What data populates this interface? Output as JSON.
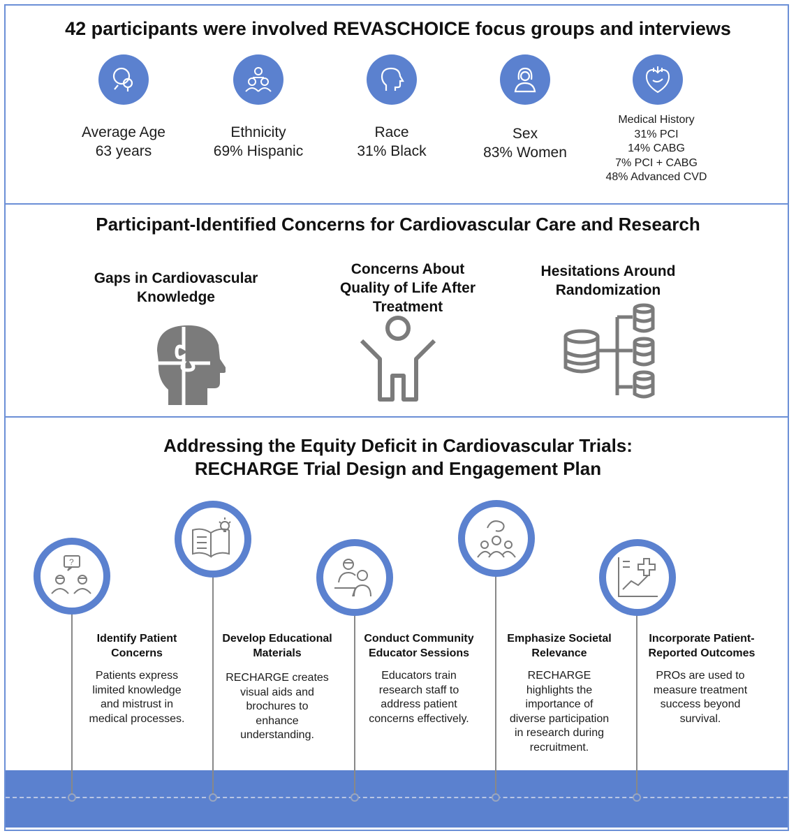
{
  "section1": {
    "title": "42 participants were involved REVASCHOICE focus groups and interviews",
    "stats": [
      {
        "icon": "magnifier-person-icon",
        "label": "Average Age",
        "value": "63 years"
      },
      {
        "icon": "group-icon",
        "label": "Ethnicity",
        "value": "69% Hispanic"
      },
      {
        "icon": "head-profile-icon",
        "label": "Race",
        "value": "31% Black"
      },
      {
        "icon": "woman-icon",
        "label": "Sex",
        "value": "83% Women"
      }
    ],
    "medical": {
      "icon": "heart-icon",
      "lines": [
        "Medical History",
        "31% PCI",
        "14% CABG",
        "7% PCI + CABG",
        "48% Advanced CVD"
      ]
    }
  },
  "section2": {
    "title": "Participant-Identified Concerns for Cardiovascular Care and Research",
    "concerns": [
      {
        "lines": [
          "Gaps in Cardiovascular",
          "Knowledge"
        ],
        "icon": "puzzle-head-icon"
      },
      {
        "lines": [
          "Concerns About",
          "Quality of Life After",
          "Treatment"
        ],
        "icon": "person-arms-up-icon"
      },
      {
        "lines": [
          "Hesitations Around",
          "Randomization"
        ],
        "icon": "database-tree-icon"
      }
    ]
  },
  "section3": {
    "title_lines": [
      "Addressing the Equity Deficit in Cardiovascular Trials:",
      "RECHARGE Trial Design and Engagement Plan"
    ],
    "steps": [
      {
        "icon": "question-people-icon",
        "title": [
          "Identify Patient",
          "Concerns"
        ],
        "text": [
          "Patients express",
          "limited knowledge",
          "and mistrust in",
          "medical processes."
        ]
      },
      {
        "icon": "book-lightbulb-icon",
        "title": [
          "Develop Educational",
          "Materials"
        ],
        "text": [
          "RECHARGE creates",
          "visual aids and",
          "brochures to",
          "enhance",
          "understanding."
        ]
      },
      {
        "icon": "teacher-icon",
        "title": [
          "Conduct Community",
          "Educator Sessions"
        ],
        "text": [
          "Educators train",
          "research staff to",
          "address patient",
          "concerns effectively."
        ]
      },
      {
        "icon": "community-icon",
        "title": [
          "Emphasize Societal",
          "Relevance"
        ],
        "text": [
          "RECHARGE",
          "highlights the",
          "importance of",
          "diverse participation",
          "in research during",
          "recruitment."
        ]
      },
      {
        "icon": "chart-plus-icon",
        "title": [
          "Incorporate Patient-",
          "Reported Outcomes"
        ],
        "text": [
          "PROs are used to",
          "measure treatment",
          "success beyond",
          "survival."
        ]
      }
    ]
  },
  "colors": {
    "accent": "#5b81cf",
    "border": "#6b8fd6",
    "icon_gray": "#7b7b7b"
  }
}
